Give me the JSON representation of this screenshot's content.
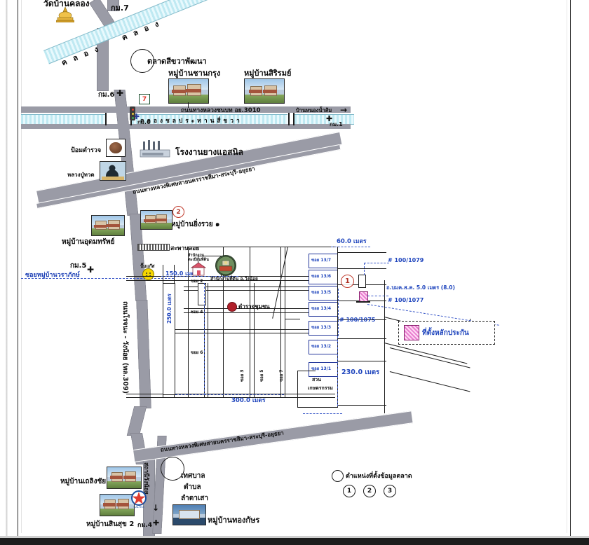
{
  "document": {
    "type": "cadastral-location-map",
    "language": "th"
  },
  "top_area": {
    "temple_label": "วัดบ้านคลอง",
    "km7": "กม.7",
    "canal_diag_label": "ค ล อ ง",
    "market_label": "ตลาดสีขวาพัฒนา",
    "village_chankrung": "หมู่บ้านชานกรุง",
    "village_siraromya": "หมู่บ้านสิริรมย์",
    "km6": "กม.6",
    "seven_eleven": "7",
    "highway_3010": "ถนนทางหลวงชนบท อย.3010",
    "canal_main": "ค ล อ ง   ช ล ป ร ะ ท า น  สี่ ข ว า",
    "km0": "กม.0",
    "km1": "กม.1",
    "ban_nong_nam_sai": "บ้านหนองน้ำส้ม"
  },
  "mid_area": {
    "police_box": "ป้อมตำรวจ",
    "luangpu_thuat": "หลวงปู่ทวด",
    "rubber_factory": "โรงงานยางแอสนิล",
    "motorway": "ถนนทางหลวงพิเศษสายนครราชสีมา-สระบุรี-อยุธยา",
    "village_yingruay": "หมู่บ้านยิ่งรวย ๑",
    "village_udomsap": "หมู่บ้านอุดมทรัพย์",
    "footbridge": "สะพานลอย",
    "km5": "กม.5",
    "soi_varaphak": "ซอยหมู่บ้านวราภักษ์",
    "road_309": "ถนนโรจนะ - วังน้อย (ทล.309)",
    "gas_station": "ปั๊มแก๊ส"
  },
  "cadastral": {
    "dim_150": "150.0 เมตร",
    "dim_250": "250.0 เมตร",
    "dim_300": "300.0 เมตร",
    "dim_230": "230.0 เมตร",
    "dim_60": "60.0 เมตร",
    "land_office": "สำนักงานที่ดิน อ.วังน้อย",
    "community_police": "ตำรวจชุมชน",
    "registry_house": "สำนักงาน ทะเบียนที่ดิน",
    "garden": "สวน",
    "agriculture": "เกษตรกรรม",
    "road_width": "ถ.บมค.ส.ค. 5.0 เมตร (8.0)",
    "parcel_1079": "# 100/1079",
    "parcel_1077": "# 100/1077",
    "parcel_1075": "# 100/1075",
    "marker_1": "1",
    "soi_labels": [
      "ซอย 13/7",
      "ซอย 13/6",
      "ซอย 13/5",
      "ซอย 13/4",
      "ซอย 13/3",
      "ซอย 13/2",
      "ซอย 13/1"
    ],
    "inner_soi_labels": [
      "ซอย 2",
      "ซอย 4",
      "ซอย 6"
    ],
    "vert_soi_labels": [
      "ซอย 3",
      "ซอย 5",
      "ซอย 7"
    ]
  },
  "bottom_area": {
    "motorway": "ถนนทางหลวงพิเศษสายนครราชสีมา-สระบุรี-อยุธยา",
    "village_thamrongchai": "หมู่บ้านเถลิงชัย",
    "village_sinsuk2": "หมู่บ้านสินสุข 2",
    "km4": "กม.4",
    "municipality": "เทศบาล\nตำบล\nลำตาเสา",
    "municipality_l1": "เทศบาล",
    "municipality_l2": "ตำบล",
    "municipality_l3": "ลำตาเสา",
    "village_thongkas": "หมู่บ้านทองกัษร",
    "station_wangnoi": "สถานีวังน้อย",
    "caltex": "CALTEX"
  },
  "legend": {
    "collateral_label": "ที่ตั้งหลักประกัน",
    "market_points_label": "ตำแหน่งที่ตั้งข้อมูลตลาด",
    "markers": [
      "1",
      "2",
      "3"
    ]
  },
  "colors": {
    "road": "#9a9ba6",
    "canal": "#bfe9f2",
    "blue_text": "#1f45bd",
    "collateral": "#e87fd0",
    "marker_red": "#b03326"
  }
}
